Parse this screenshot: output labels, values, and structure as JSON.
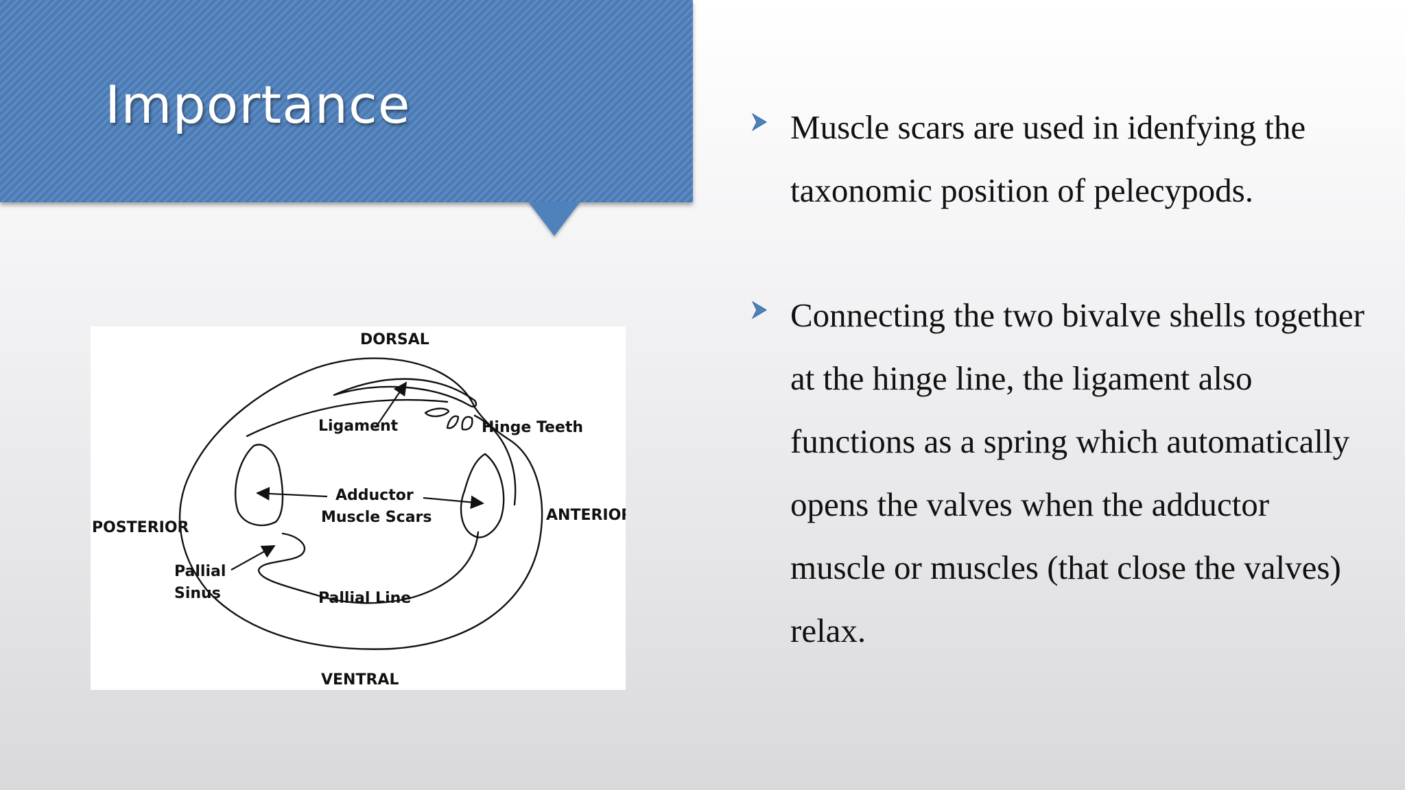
{
  "slide": {
    "title": "Importance"
  },
  "bullets": [
    {
      "text": "Muscle scars are used in idenfying the taxonomic position of pelecypods."
    },
    {
      "text": "Connecting the two bivalve shells together at the hinge line, the ligament also functions as a spring which automatically opens the valves when the adductor muscle or muscles (that close the valves) relax."
    }
  ],
  "diagram": {
    "labels": {
      "dorsal": "DORSAL",
      "ventral": "VENTRAL",
      "posterior": "POSTERIOR",
      "anterior": "ANTERIOR",
      "ligament": "Ligament",
      "hinge_teeth": "Hinge Teeth",
      "adductor_line1": "Adductor",
      "adductor_line2": "Muscle Scars",
      "pallial_line1": "Pallial",
      "pallial_line2": "Sinus",
      "pallial_line": "Pallial Line"
    }
  },
  "colors": {
    "banner": "#4f81bd",
    "bullet_marker": "#4f81bd",
    "text": "#111111"
  },
  "icons": {
    "bullet": "arrowhead-bullet-icon"
  }
}
